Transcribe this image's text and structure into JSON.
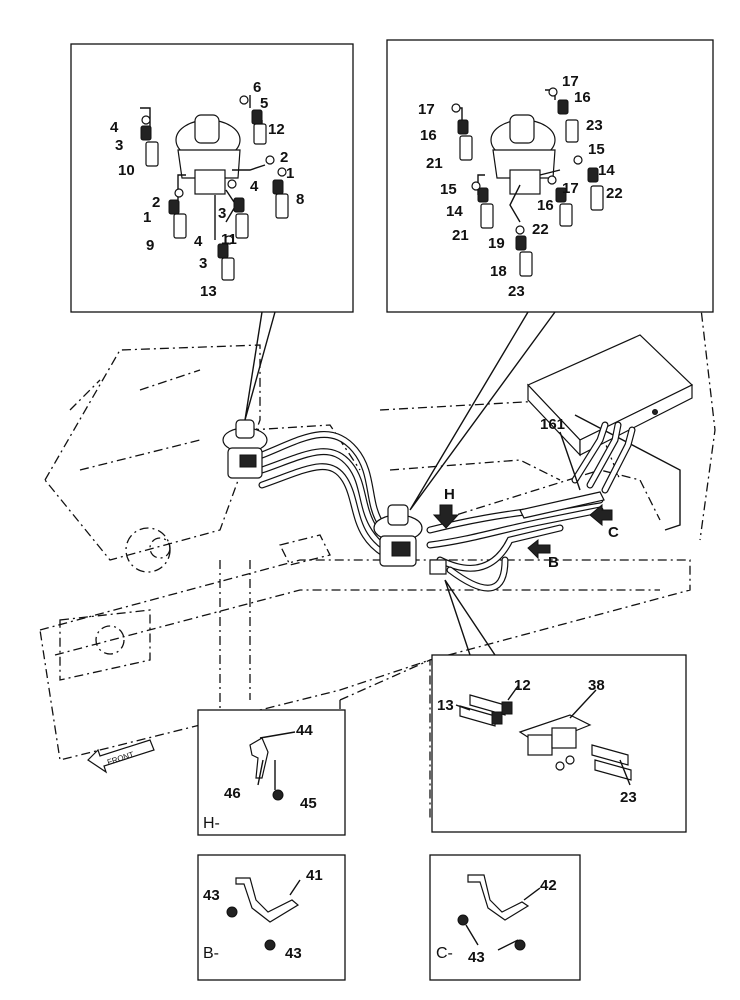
{
  "labels": {
    "l1a": "1",
    "l1b": "1",
    "l2a": "2",
    "l2b": "2",
    "l3a": "3",
    "l3b": "3",
    "l3c": "3",
    "l4a": "4",
    "l4b": "4",
    "l4c": "4",
    "l5": "5",
    "l6": "6",
    "l8": "8",
    "l9": "9",
    "l10": "10",
    "l11": "11",
    "l12": "12",
    "l13": "13",
    "r14a": "14",
    "r14b": "14",
    "r15a": "15",
    "r15b": "15",
    "r16a": "16",
    "r16b": "16",
    "r16c": "16",
    "r17a": "17",
    "r17b": "17",
    "r17c": "17",
    "r18": "18",
    "r19": "19",
    "r21a": "21",
    "r21b": "21",
    "r22a": "22",
    "r22b": "22",
    "r23a": "23",
    "r23b": "23",
    "m161": "161",
    "mH": "H",
    "mB": "B",
    "mC": "C",
    "p12": "12",
    "p13": "13",
    "p38": "38",
    "p23": "23",
    "h44": "44",
    "h46": "46",
    "h45": "45",
    "hCap": "H-",
    "b41": "41",
    "b43a": "43",
    "b43b": "43",
    "bCap": "B-",
    "c42": "42",
    "c43": "43",
    "cCap": "C-",
    "front": "FRONT"
  }
}
